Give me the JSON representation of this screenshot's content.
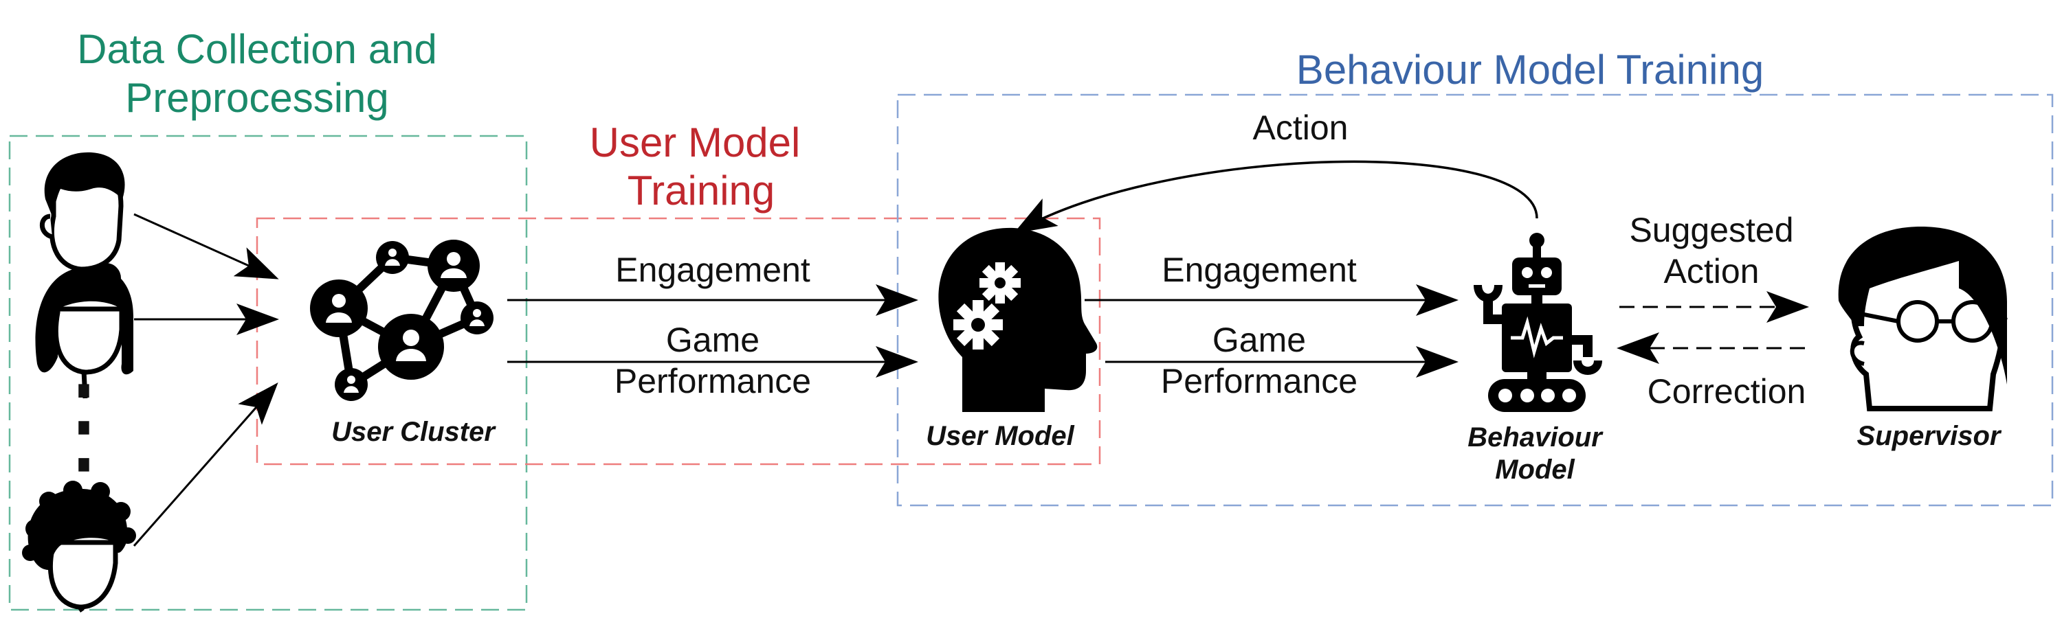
{
  "regions": {
    "data_collection": {
      "title_line1": "Data Collection and",
      "title_line2": "Preprocessing",
      "color": "#1a8a6a"
    },
    "user_model_training": {
      "title_line1": "User Model",
      "title_line2": "Training",
      "color": "#c0282e"
    },
    "behaviour_model_training": {
      "title": "Behaviour Model Training",
      "color": "#3a65a8"
    }
  },
  "nodes": {
    "user_cluster": "User Cluster",
    "user_model": "User Model",
    "behaviour_model_line1": "Behaviour",
    "behaviour_model_line2": "Model",
    "supervisor": "Supervisor"
  },
  "edges": {
    "engagement_1": "Engagement",
    "game_performance_1_line1": "Game",
    "game_performance_1_line2": "Performance",
    "engagement_2": "Engagement",
    "game_performance_2_line1": "Game",
    "game_performance_2_line2": "Performance",
    "action": "Action",
    "suggested_action_line1": "Suggested",
    "suggested_action_line2": "Action",
    "correction": "Correction"
  },
  "ellipsis_dots": "⋮",
  "icons": [
    "person-short-hair-icon",
    "person-long-hair-icon",
    "person-curly-hair-icon",
    "network-cluster-icon",
    "head-gears-icon",
    "robot-icon",
    "supervisor-glasses-icon"
  ]
}
